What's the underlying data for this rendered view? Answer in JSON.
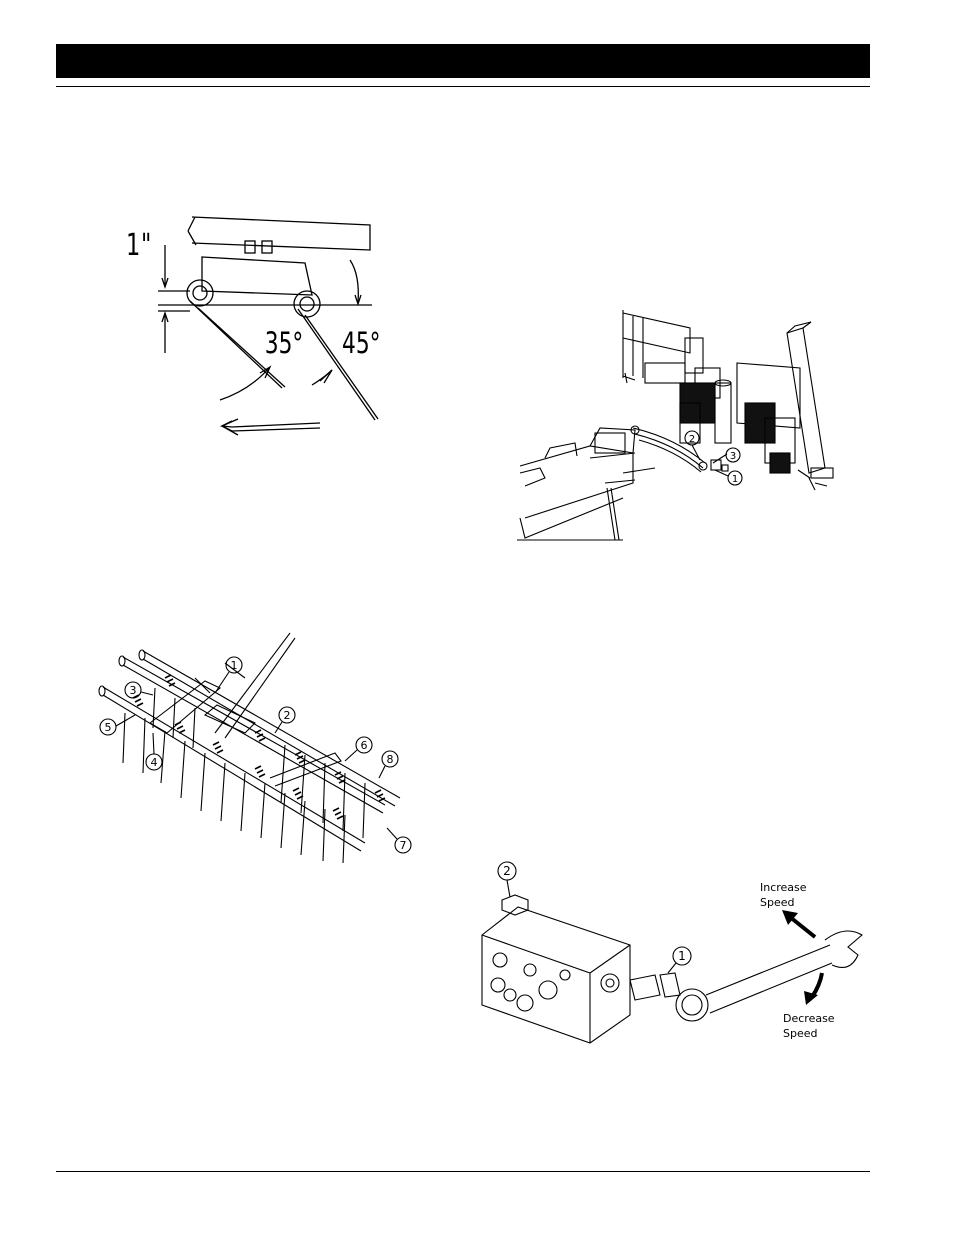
{
  "figures": {
    "tine_angle": {
      "dimension": "1\"",
      "angle_a": "35°",
      "angle_b": "45°"
    },
    "frame_assembly": {
      "callouts": [
        "1",
        "2",
        "3"
      ]
    },
    "harrow_assembly": {
      "callouts": [
        "1",
        "2",
        "3",
        "4",
        "5",
        "6",
        "7",
        "8"
      ]
    },
    "valve_block": {
      "callouts": [
        "1",
        "2"
      ],
      "increase_line1": "Increase",
      "increase_line2": "Speed",
      "decrease_line1": "Decrease",
      "decrease_line2": "Speed"
    }
  }
}
